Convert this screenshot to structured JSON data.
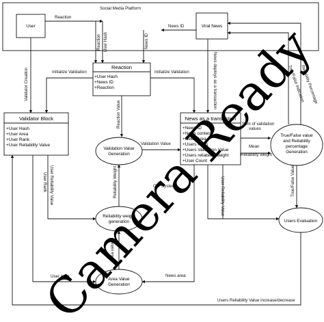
{
  "platform": {
    "label": "Social Media Platform"
  },
  "nodes": {
    "user": "User",
    "viral_news": "Viral News",
    "reaction": {
      "title": "Reaction",
      "items": [
        "+User Hash",
        "+News ID",
        "+Reaction"
      ]
    },
    "validator_block": {
      "title": "Validator Block",
      "items": [
        "+User Hash",
        "+User Area",
        "+User Rank",
        "+User Reliability Value"
      ]
    },
    "news_tx": {
      "title": "News as a transaction",
      "items": [
        "+News ID",
        "+News content",
        "+News Area",
        "+Users Hash",
        "+Users Validation Value",
        "+Users reliability weight",
        "+User Count"
      ]
    },
    "validation_value_gen": [
      "Validation Value",
      "Generation"
    ],
    "reliability_weight_gen": [
      "Reliability weight",
      "generation"
    ],
    "area_value_gen": [
      "Area Value",
      "Generation"
    ],
    "tf_value_gen": [
      "True/False value",
      "and Reliability",
      "percentage",
      "Generation"
    ],
    "users_evaluation": "Users Evaluation"
  },
  "edges": {
    "reaction_top": "Reaction",
    "news_id_top": "News ID",
    "v_reaction": "Reaction",
    "v_user_hash": "User Hash",
    "v_news_id": "News ID",
    "validator_creation": "Validator Creation",
    "init_validation_left": "Initialize Validation",
    "init_validation_right": "Initialize Validation",
    "news_deploys": "News deploys as a transaction",
    "reliability_percentage": "Reliability Percentage",
    "true_false_indication": "True/False Indication",
    "reaction_value": "Reaction Value",
    "validation_value": "Validation Value",
    "sum_validation_1": "Sum of validation",
    "sum_validation_2": "values",
    "mean_reliability_1": "Mean",
    "mean_reliability_2": "Reliability weight",
    "user_reliability_value": "User Reliability Value",
    "user_rank": "User Rank",
    "reliability_weight": "Reliability Weight",
    "our_system": "Our System",
    "user_reliability_value_right": "User Reliability Value",
    "true_false_value": "True/False Value",
    "area_value": "Area value",
    "user_area": "User Area",
    "news_area": "News area",
    "users_reliability_increase": "Users Reliability Value increase/decrease"
  },
  "watermark": "Camera Ready"
}
